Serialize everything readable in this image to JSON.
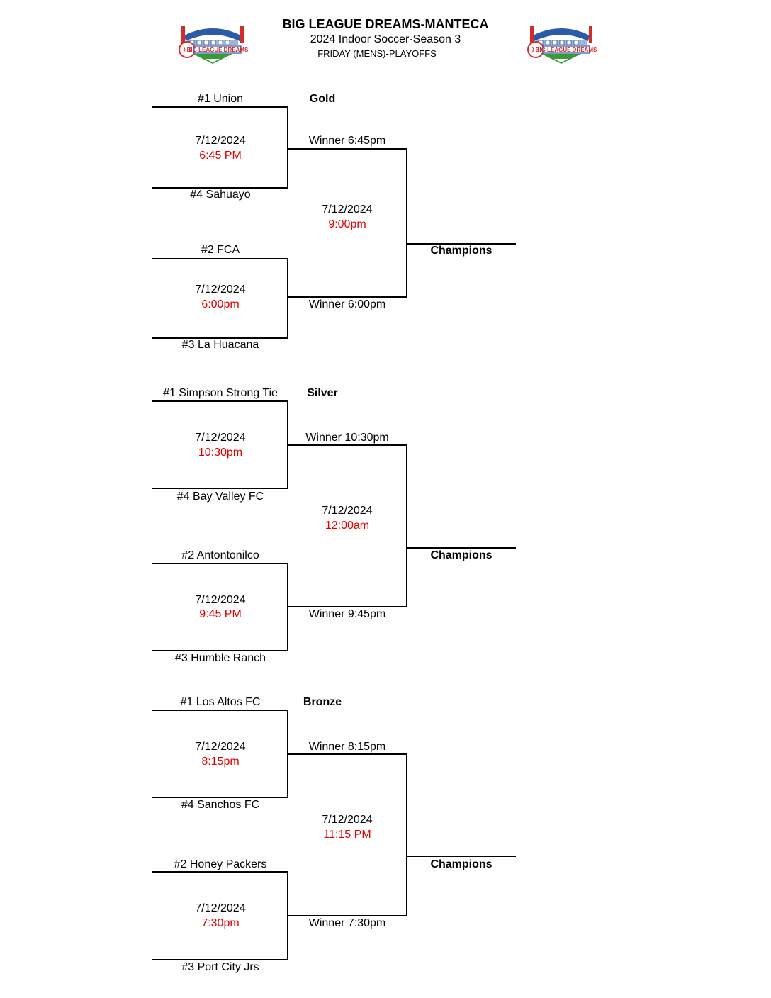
{
  "header": {
    "title": "BIG LEAGUE DREAMS-MANTECA",
    "subtitle": "2024 Indoor Soccer-Season 3",
    "division": "FRIDAY (MENS)-PLAYOFFS"
  },
  "logo": {
    "text": "BIG LEAGUE DREAMS",
    "colors": {
      "red": "#d62b2b",
      "blue": "#2a5aa8",
      "green": "#3a9a3a"
    }
  },
  "colors": {
    "time": "#e00000"
  },
  "brackets": [
    {
      "tier": "Gold",
      "seed1": "#1 Union",
      "seed4": "#4 Sahuayo",
      "seed2": "#2 FCA",
      "seed3": "#3 La Huacana",
      "game1_date": "7/12/2024",
      "game1_time": "6:45 PM",
      "game2_date": "7/12/2024",
      "game2_time": "6:00pm",
      "winner1": "Winner 6:45pm",
      "winner2": "Winner 6:00pm",
      "final_date": "7/12/2024",
      "final_time": "9:00pm",
      "champions": "Champions"
    },
    {
      "tier": "Silver",
      "seed1": "#1  Simpson Strong Tie",
      "seed4": "#4 Bay Valley FC",
      "seed2": "#2 Antontonilco",
      "seed3": "#3 Humble Ranch",
      "game1_date": "7/12/2024",
      "game1_time": "10:30pm",
      "game2_date": "7/12/2024",
      "game2_time": "9:45 PM",
      "winner1": "Winner 10:30pm",
      "winner2": "Winner 9:45pm",
      "final_date": "7/12/2024",
      "final_time": "12:00am",
      "champions": "Champions"
    },
    {
      "tier": "Bronze",
      "seed1": "#1 Los Altos FC",
      "seed4": "#4 Sanchos FC",
      "seed2": "#2 Honey Packers",
      "seed3": "#3 Port City Jrs",
      "game1_date": "7/12/2024",
      "game1_time": "8:15pm",
      "game2_date": "7/12/2024",
      "game2_time": "7:30pm",
      "winner1": "Winner 8:15pm",
      "winner2": "Winner 7:30pm",
      "final_date": "7/12/2024",
      "final_time": "11:15 PM",
      "champions": "Champions"
    }
  ]
}
